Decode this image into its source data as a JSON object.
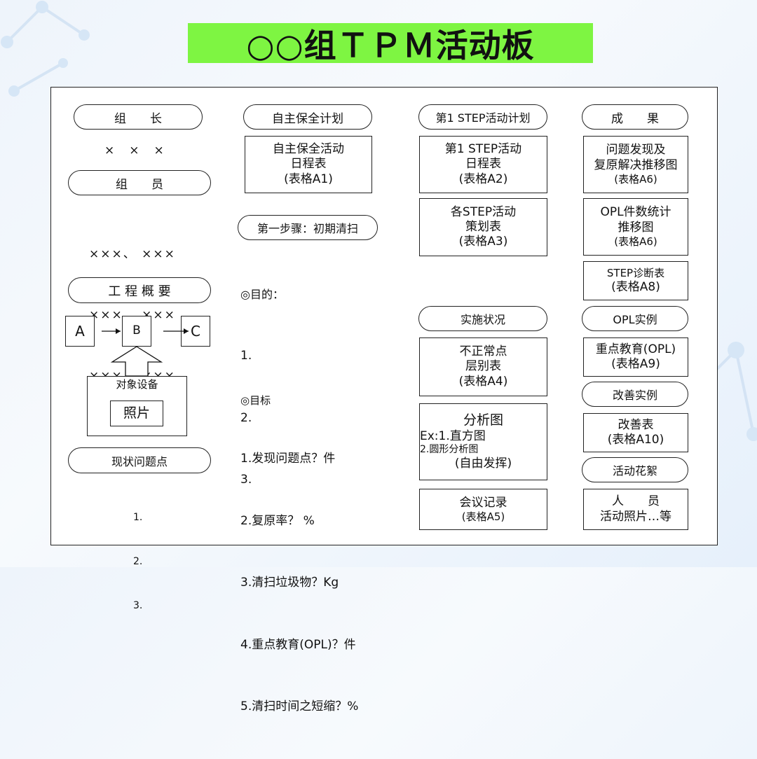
{
  "title": "○○组ＴＰＭ活动板",
  "col1": {
    "leader_label": "组　　长",
    "leader_names": "×　×　×",
    "members_label": "组　　员",
    "member_lines": [
      "×××、 ×××",
      "×××、 ×××",
      "×××、 ×××"
    ],
    "overview_label": "工 程 概 要",
    "node_a": "A",
    "node_b": "B",
    "node_c": "C",
    "target_equipment": "对象设备",
    "photo": "照片",
    "issues_label": "现状问题点",
    "issue_items": [
      "1.",
      "2.",
      "3."
    ]
  },
  "col2": {
    "plan_label": "自主保全计划",
    "schedule_box": [
      "自主保全活动",
      "日程表",
      "(表格A1)"
    ],
    "step_label": "第一步骤：初期清扫",
    "purpose_label": "◎目的：",
    "purpose_items": [
      "1.",
      "2.",
      "3."
    ],
    "goal_label": "◎目标",
    "goal_items": [
      "1.发现问题点？件",
      "2.复原率？ %",
      "3.清扫垃圾物？Kg",
      "4.重点教育(OPL)？件",
      "5.清扫时间之短缩？%"
    ]
  },
  "col3": {
    "step_plan_label": "第1 STEP活动计划",
    "box_a2": [
      "第1 STEP活动",
      "日程表",
      "(表格A2)"
    ],
    "box_a3": [
      "各STEP活动",
      "策划表",
      "(表格A3)"
    ],
    "status_label": "实施状况",
    "box_a4": [
      "不正常点",
      "层别表",
      "(表格A4)"
    ],
    "analysis_title": "分析图",
    "analysis_ex1": "Ex:1.直方图",
    "analysis_ex2": "2.圆形分析图",
    "analysis_free": "(自由发挥)",
    "box_a5": [
      "会议记录",
      "(表格A5)"
    ]
  },
  "col4": {
    "results_label": "成　　果",
    "box_a6a": [
      "问题发现及",
      "复原解决推移图",
      "(表格A6)"
    ],
    "box_a6b": [
      "OPL件数统计",
      "推移图",
      "(表格A6)"
    ],
    "box_a8": [
      "STEP诊断表",
      "(表格A8)"
    ],
    "opl_label": "OPL实例",
    "box_a9": [
      "重点教育(OPL)",
      "(表格A9)"
    ],
    "improve_label": "改善实例",
    "box_a10": [
      "改善表",
      "(表格A10)"
    ],
    "activity_label": "活动花絮",
    "box_people": [
      "人　　员",
      "活动照片…等"
    ]
  }
}
